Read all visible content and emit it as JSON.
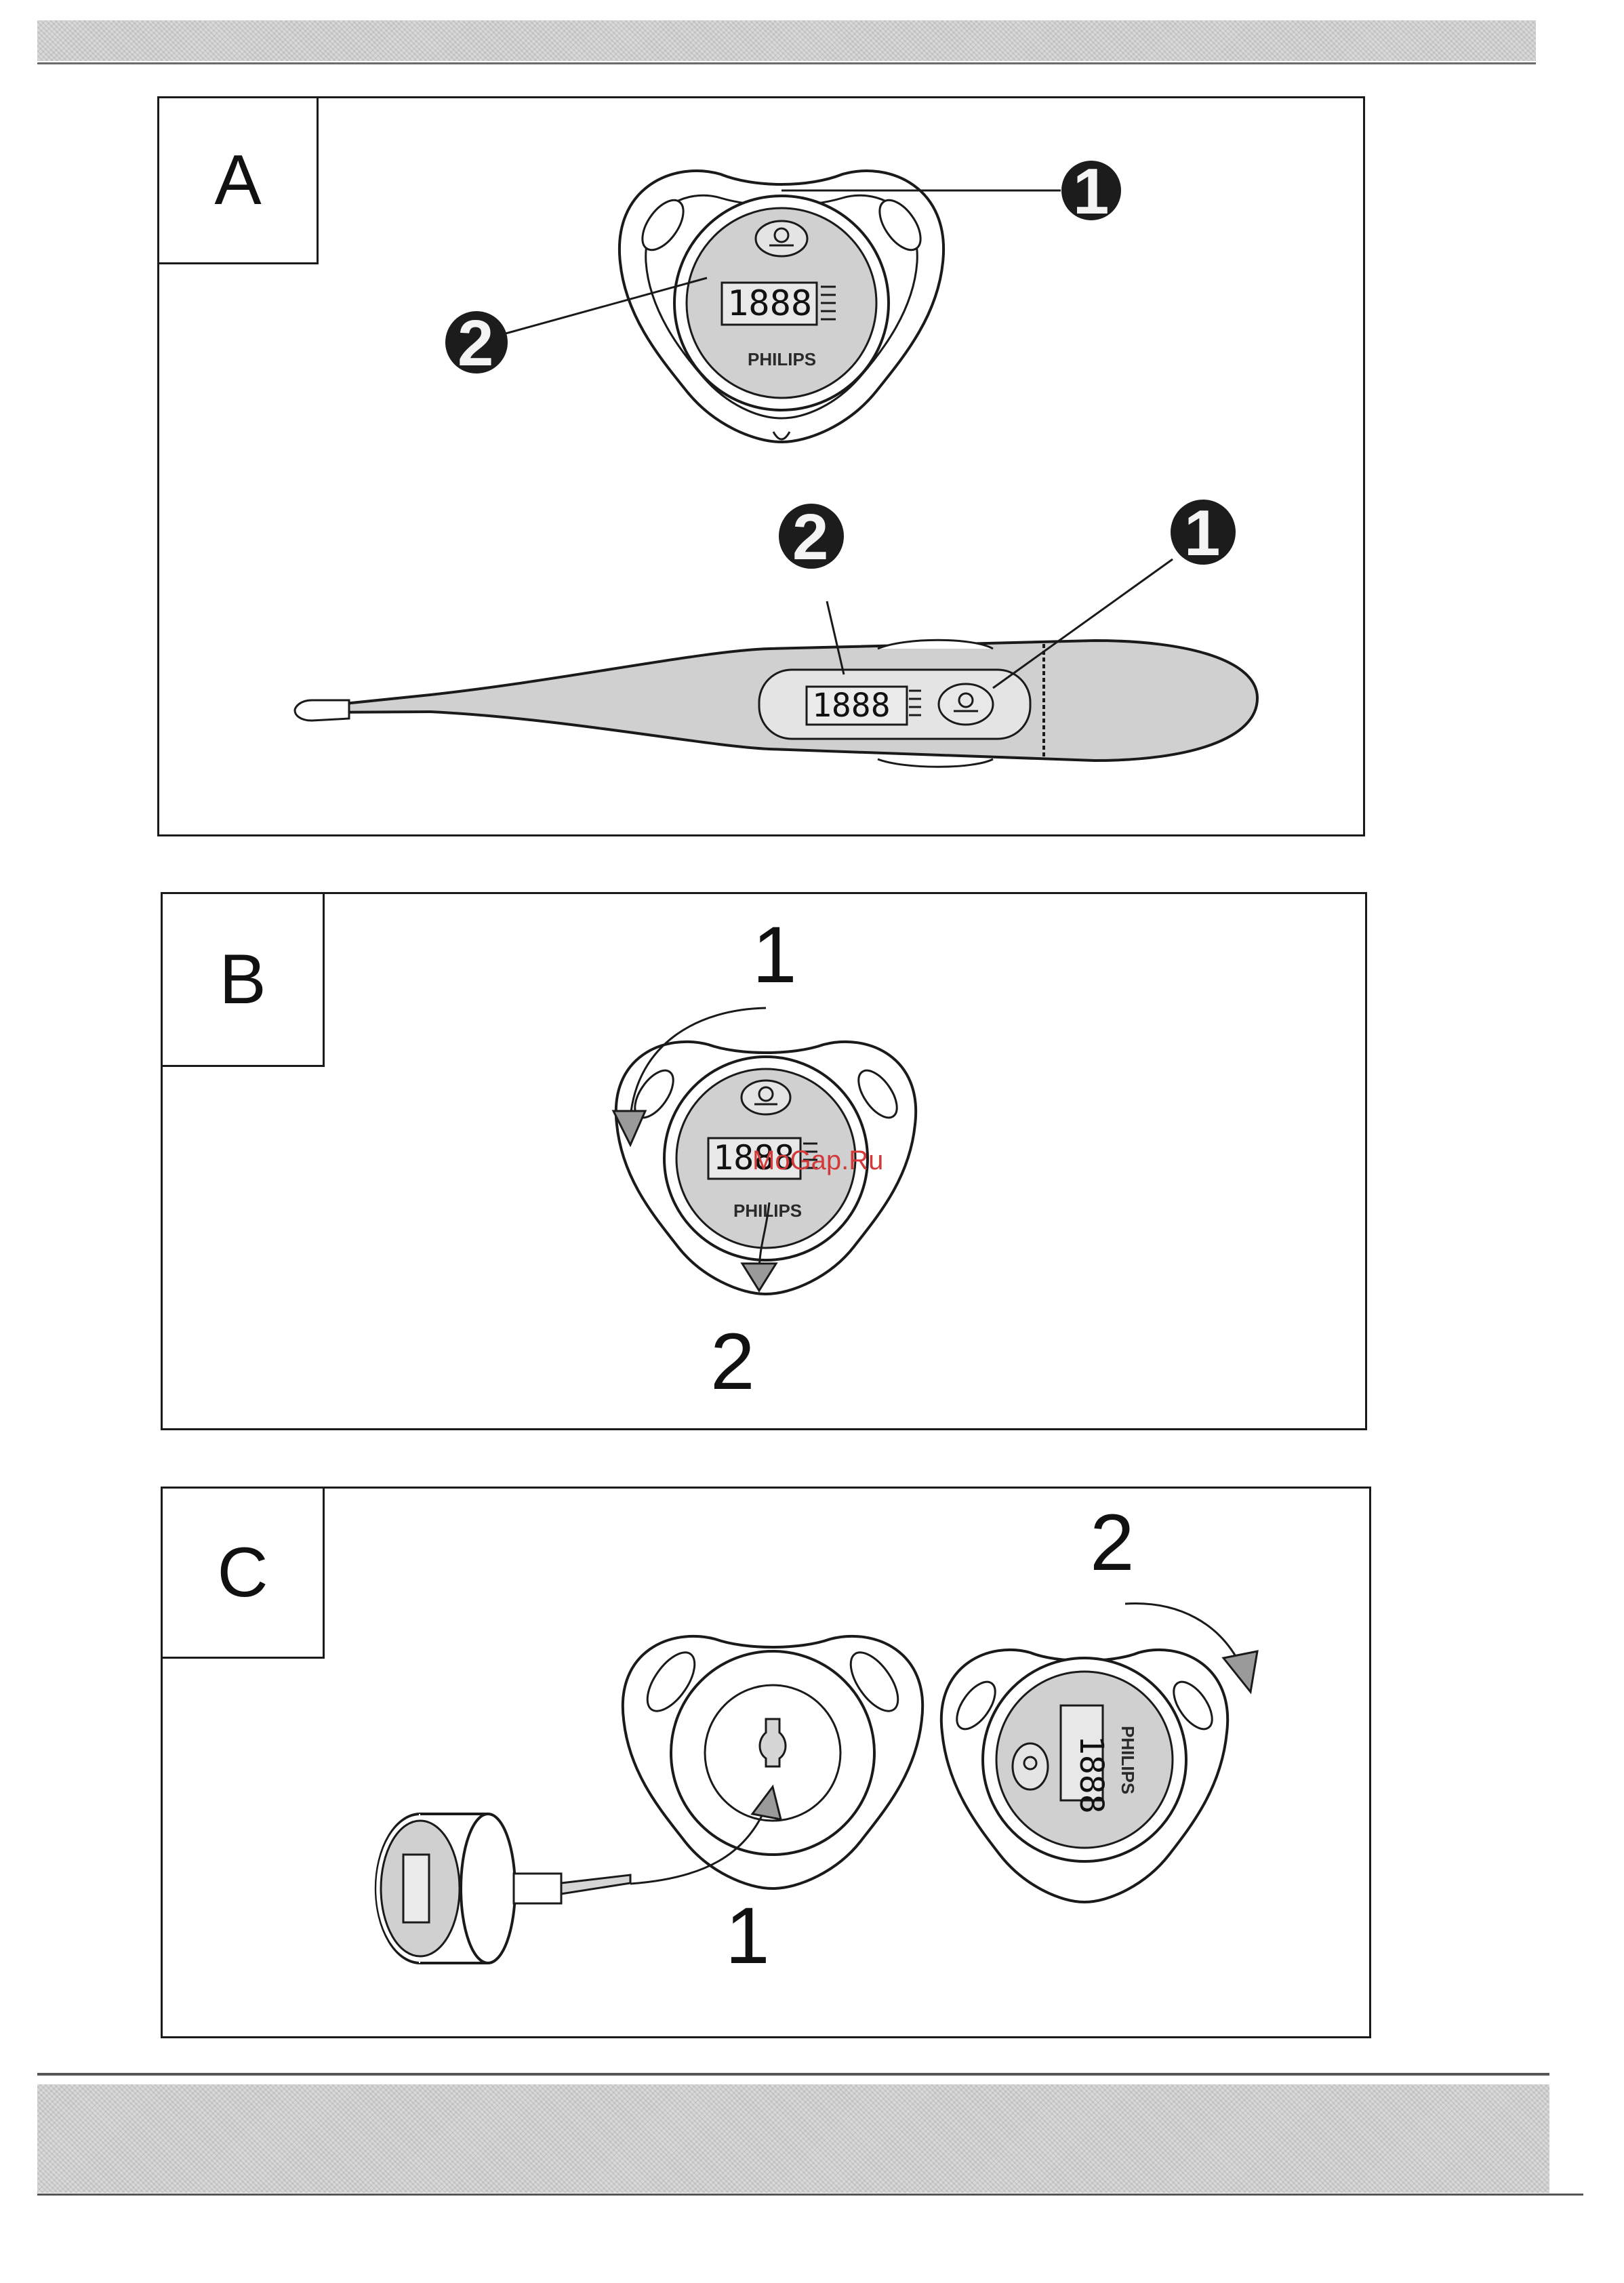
{
  "panels": {
    "a": {
      "label": "A",
      "pacifier": {
        "brand": "PHILIPS",
        "display": "1888",
        "callouts": [
          "1",
          "2"
        ]
      },
      "stick": {
        "display": "1888",
        "callouts": [
          "2",
          "1"
        ]
      }
    },
    "b": {
      "label": "B",
      "pacifier": {
        "brand": "PHILIPS",
        "display": "1888"
      },
      "steps": [
        "1",
        "2"
      ]
    },
    "c": {
      "label": "C",
      "pacifier": {
        "brand": "PHILIPS",
        "display": "1888"
      },
      "steps": [
        "1",
        "2"
      ]
    }
  },
  "watermark": "MoGap.Ru",
  "colors": {
    "ink": "#1a1a1a",
    "shade": "#d0d0d0",
    "watermark": "#d23a3a"
  }
}
